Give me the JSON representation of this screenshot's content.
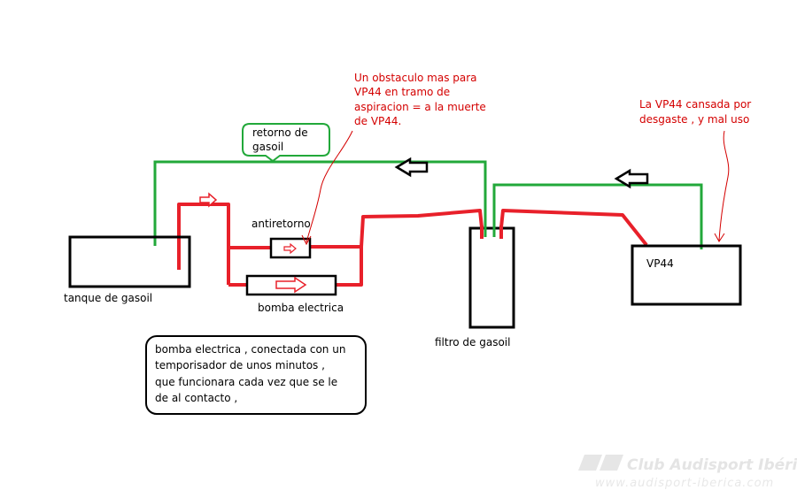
{
  "labels": {
    "tank": "tanque de gasoil",
    "check_valve": "antiretorno",
    "electric_pump": "bomba electrica",
    "filter": "filtro de gasoil",
    "injection_pump": "VP44"
  },
  "return_callout": [
    "retorno de",
    "gasoil"
  ],
  "obstacle_note": [
    "Un obstaculo mas para",
    "VP44 en tramo de",
    "aspiracion = a la muerte",
    "de VP44."
  ],
  "wear_note": [
    "La VP44 cansada por",
    "desgaste , y mal uso"
  ],
  "pump_note": [
    "bomba electrica , conectada con un",
    "temporisador de unos minutos ,",
    "que funcionara cada vez que se le",
    "de al contacto ,"
  ],
  "watermark": {
    "logo_text": "Club Audisport Ibérica",
    "url": "www.audisport-iberica.com"
  },
  "colors": {
    "supply_line": "#e8202a",
    "return_line": "#22a83a",
    "note_text": "#d40000",
    "outline": "#000000"
  }
}
